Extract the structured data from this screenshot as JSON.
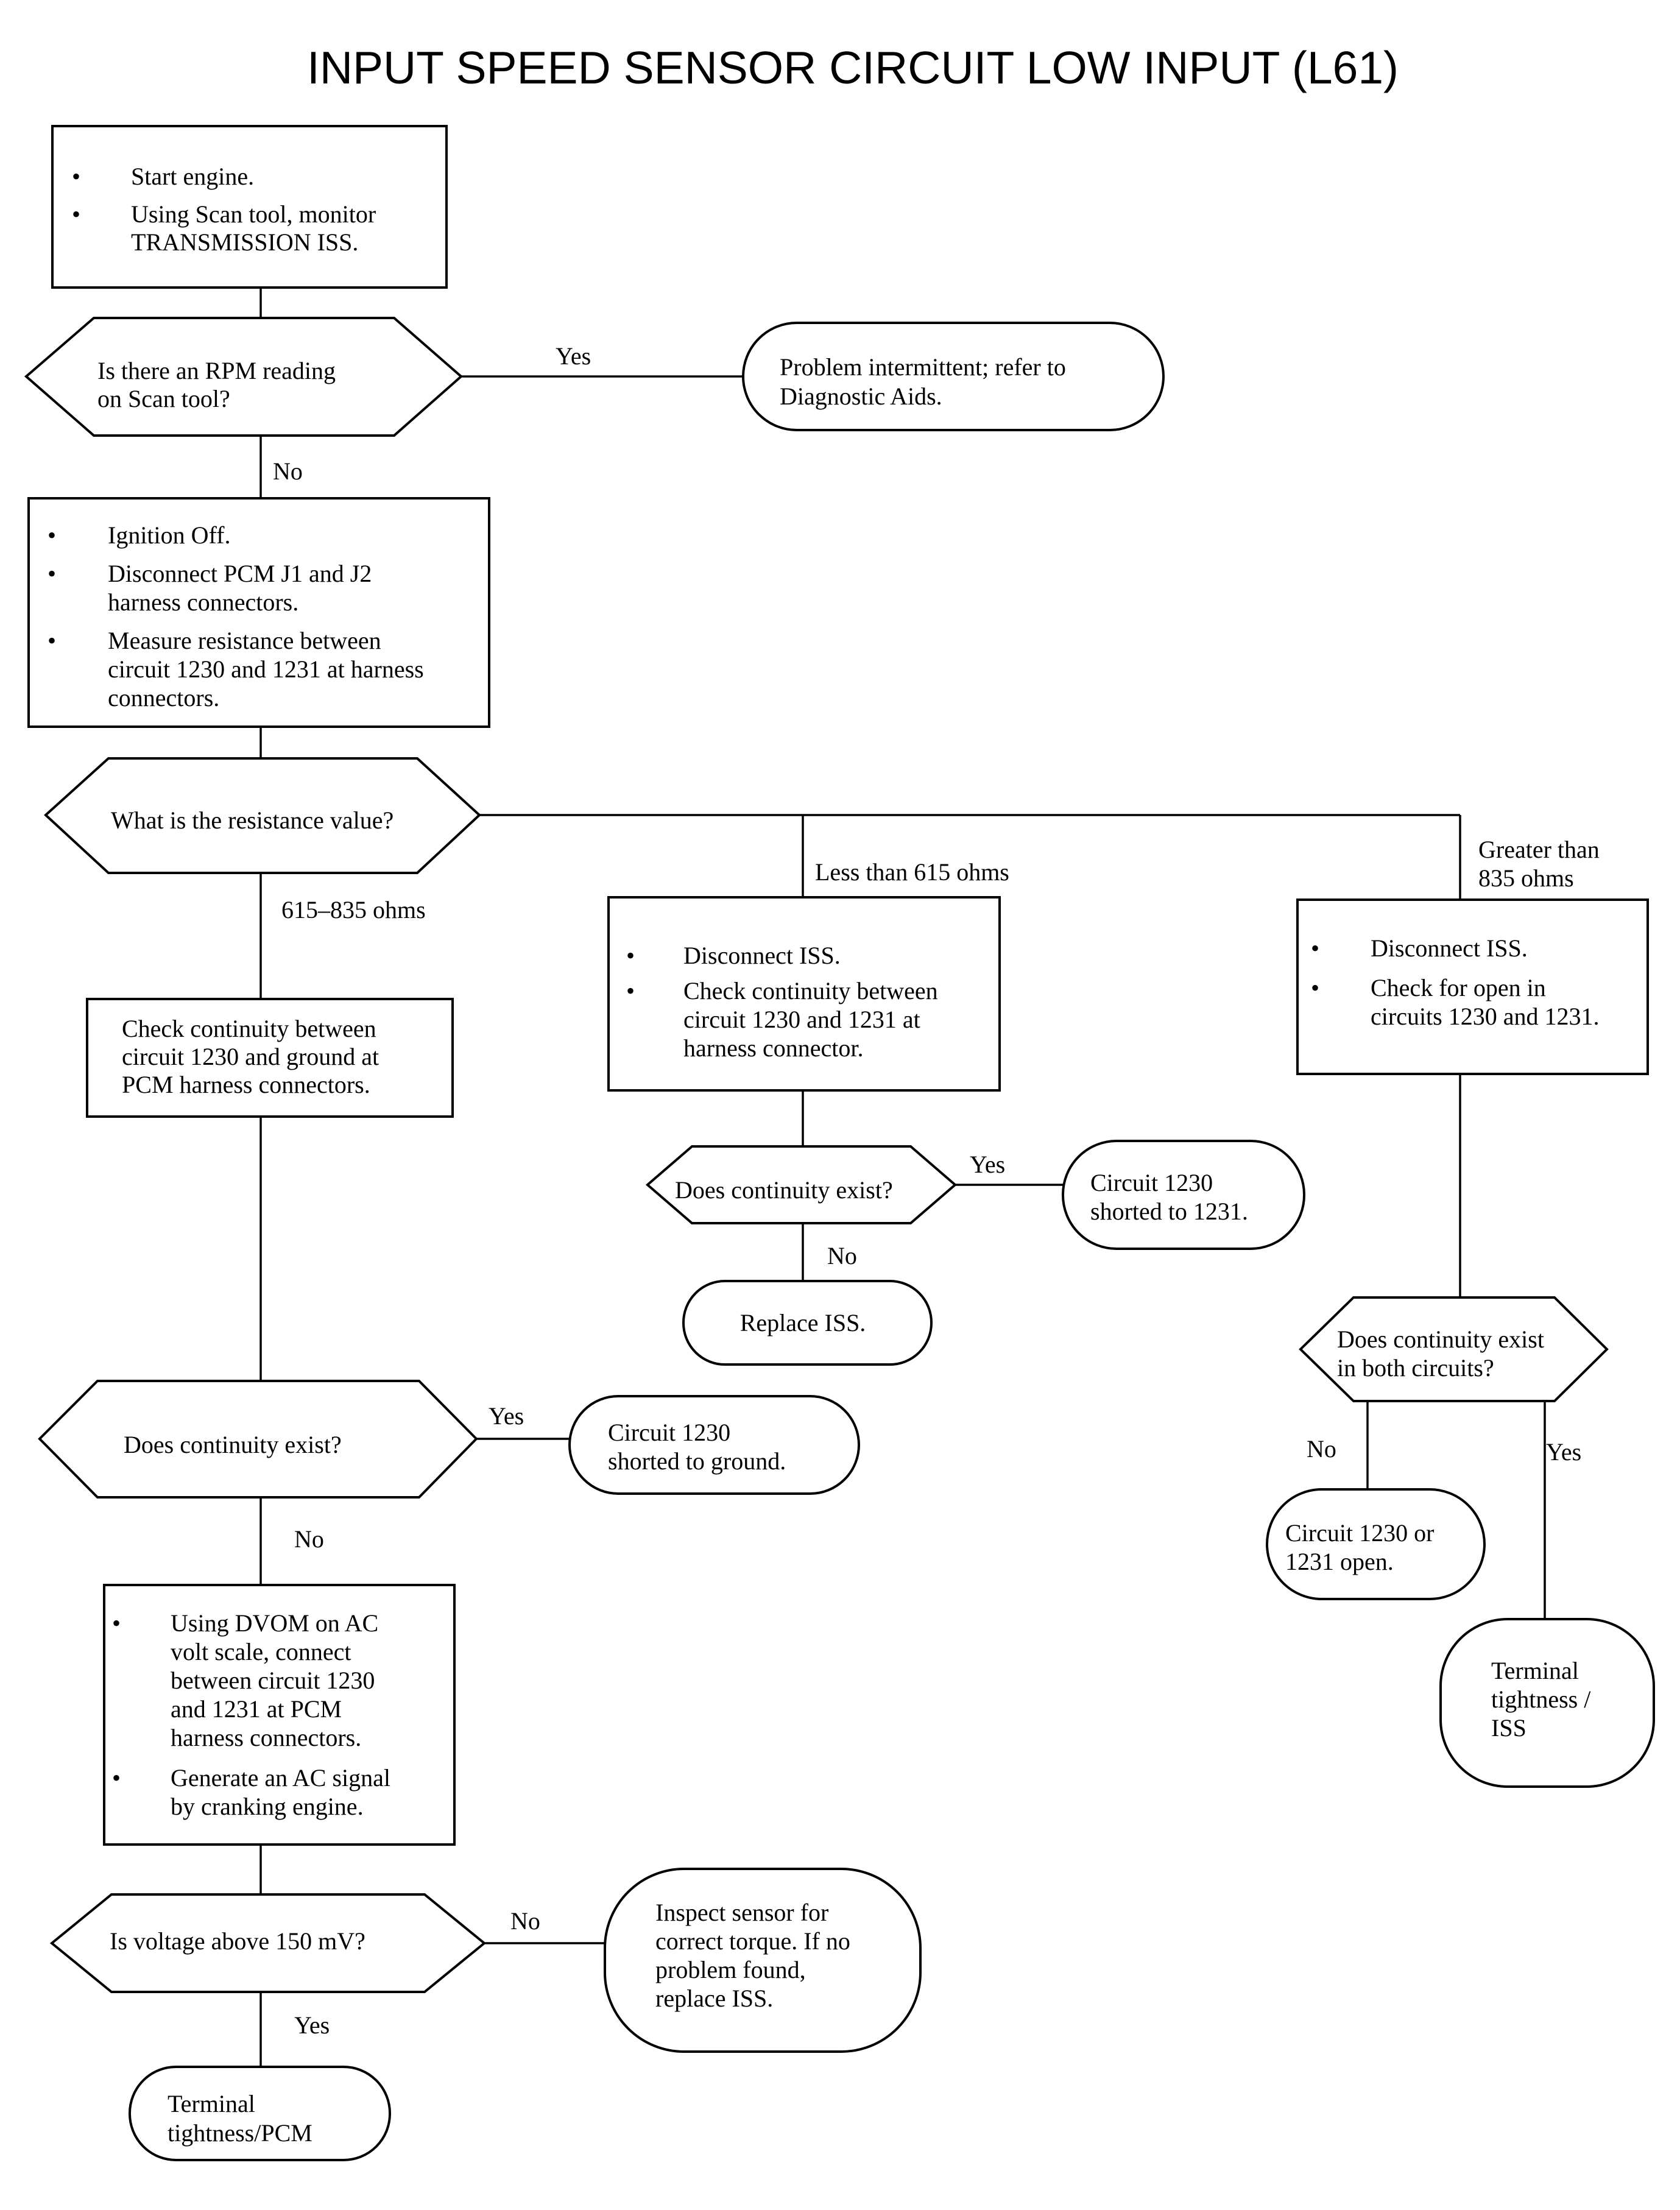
{
  "title": "INPUT SPEED SENSOR CIRCUIT LOW INPUT (L61)",
  "bullet": "•",
  "nodes": {
    "start": {
      "bullets": [
        [
          "Start engine."
        ],
        [
          "Using Scan tool, monitor",
          "TRANSMISSION ISS."
        ]
      ]
    },
    "rpm_question": {
      "lines": [
        "Is there an RPM reading",
        "on Scan tool?"
      ]
    },
    "intermittent": {
      "lines": [
        "Problem intermittent; refer to",
        "Diagnostic Aids."
      ]
    },
    "ignition_off": {
      "bullets": [
        [
          "Ignition Off."
        ],
        [
          "Disconnect PCM J1 and J2",
          "harness connectors."
        ],
        [
          "Measure resistance between",
          "circuit 1230 and 1231 at harness",
          "connectors."
        ]
      ]
    },
    "resistance_question": {
      "lines": [
        "What is the resistance value?"
      ]
    },
    "check_ground": {
      "lines": [
        "Check continuity between",
        "circuit 1230 and ground at",
        "PCM harness connectors."
      ]
    },
    "disconnect_less": {
      "bullets": [
        [
          "Disconnect  ISS."
        ],
        [
          "Check continuity between",
          "circuit 1230 and 1231 at",
          "harness connector."
        ]
      ]
    },
    "continuity_less": {
      "lines": [
        "Does continuity exist?"
      ]
    },
    "shorted_1231": {
      "lines": [
        "Circuit 1230",
        "shorted to 1231."
      ]
    },
    "replace_iss_1": {
      "lines": [
        "Replace ISS."
      ]
    },
    "disconnect_greater": {
      "bullets": [
        [
          "Disconnect ISS."
        ],
        [
          "Check for open in",
          "circuits 1230 and 1231."
        ]
      ]
    },
    "continuity_both": {
      "lines": [
        "Does continuity exist",
        "in both circuits?"
      ]
    },
    "open_circuit": {
      "lines": [
        "Circuit 1230 or",
        "1231 open."
      ]
    },
    "terminal_iss": {
      "lines": [
        "Terminal",
        "tightness /",
        "ISS"
      ]
    },
    "continuity_ground": {
      "lines": [
        "Does continuity exist?"
      ]
    },
    "shorted_ground": {
      "lines": [
        "Circuit 1230",
        "shorted to ground."
      ]
    },
    "dvom": {
      "bullets": [
        [
          "Using DVOM on AC",
          "volt scale, connect",
          "between circuit 1230",
          "and 1231 at PCM",
          "harness connectors."
        ],
        [
          "Generate an AC signal",
          "by cranking engine."
        ]
      ]
    },
    "voltage_question": {
      "lines": [
        "Is voltage above 150 mV?"
      ]
    },
    "inspect_sensor": {
      "lines": [
        "Inspect sensor for",
        "correct torque. If no",
        "problem found,",
        "replace ISS."
      ]
    },
    "terminal_pcm": {
      "lines": [
        "Terminal",
        "tightness/PCM"
      ]
    }
  },
  "edges": {
    "rpm_yes": "Yes",
    "rpm_no": "No",
    "range_mid": "615–835 ohms",
    "range_less": "Less than 615 ohms",
    "range_greater": [
      "Greater than",
      "835 ohms"
    ],
    "less_yes": "Yes",
    "less_no": "No",
    "both_no": "No",
    "both_yes": "Yes",
    "ground_yes": "Yes",
    "ground_no": "No",
    "voltage_no": "No",
    "voltage_yes": "Yes"
  }
}
